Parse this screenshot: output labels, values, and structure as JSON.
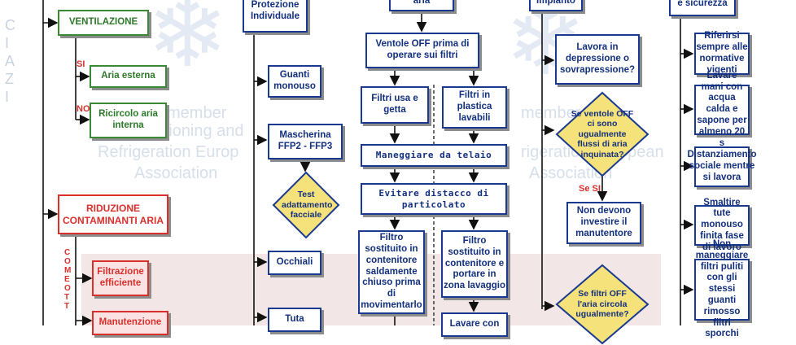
{
  "left": {
    "ventilazione": "VENTILAZIONE",
    "si": "SI",
    "aria_esterna": "Aria esterna",
    "no": "NO",
    "ricircolo": "Ricircolo aria interna",
    "riduzione": "RIDUZIONE CONTAMINANTI ARIA",
    "come_ottenerla": "COME OTT",
    "filtrazione": "Filtrazione efficiente",
    "manutenzione": "Manutenzione"
  },
  "dpi": {
    "header": "Protezione Individuale",
    "guanti": "Guanti monouso",
    "mascherina": "Mascherina FFP2 - FFP3",
    "test": "Test adattamento facciale",
    "occhiali": "Occhiali",
    "tuta": "Tuta"
  },
  "filtri": {
    "header": "aria",
    "ventole": "Ventole OFF prima di operare sui filtri",
    "usa_getta": "Filtri usa e getta",
    "plastica": "Filtri in plastica lavabili",
    "maneggiare": "Maneggiare da telaio",
    "evitare": "Evitare distacco di particolato",
    "sost_chiuso": "Filtro sostituito in contenitore saldamente chiuso prima di movimentarlo",
    "sost_lavaggio": "Filtro sostituito in contenitore e portare in zona lavaggio",
    "lavare_con": "Lavare con"
  },
  "impianto": {
    "header": "impianto",
    "lavora": "Lavora in depressione o sovrapressione?",
    "diamond1": "Se ventole OFF ci sono ugualmente flussi di aria inquinata?",
    "se_si": "Se SI",
    "non_devono": "Non devono investire il manutentore",
    "diamond2": "Se filtri OFF l'aria circola ugualmente?"
  },
  "sicurezza": {
    "header": "e sicurezza",
    "riferirsi": "Riferirsi sempre alle normative vigenti",
    "lavare_mani": "Lavare mani con acqua calda e sapone per almeno 20 s",
    "distanziamento": "Distanziamento sociale mentre si lavora",
    "smaltire": "Smaltire tute monouso finita fase di lavoro",
    "non_maneggiare": "Non maneggiare filtri puliti con gli stessi guanti rimosso filtri sporchi"
  },
  "colors": {
    "blue": "#1a3a8f",
    "green": "#3a8a35",
    "red": "#d9302c",
    "diamond_fill": "#f6e27a"
  }
}
